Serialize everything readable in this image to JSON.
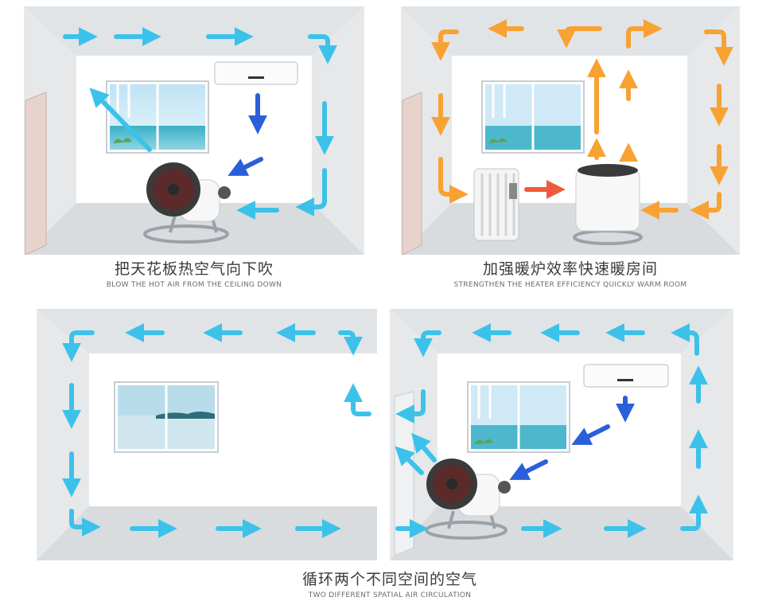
{
  "panels": [
    {
      "caption_cn": "把天花板热空气向下吹",
      "caption_en": "BLOW THE HOT AIR FROM THE CEILING DOWN"
    },
    {
      "caption_cn": "加强暖炉效率快速暖房间",
      "caption_en": "STRENGTHEN THE HEATER EFFICIENCY QUICKLY WARM ROOM"
    },
    {
      "caption_cn": "循环两个不同空间的空气",
      "caption_en": "TWO DIFFERENT SPATIAL AIR CIRCULATION"
    }
  ],
  "colors": {
    "cool_arrow": "#3cc2ea",
    "ac_arrow": "#2b5fd9",
    "warm_arrow": "#f7a233",
    "heater_arrow": "#ef5a3a"
  },
  "icons": [
    "fan-icon",
    "air-conditioner-icon",
    "oil-heater-icon",
    "window-icon",
    "door-icon",
    "arrow-icon"
  ]
}
